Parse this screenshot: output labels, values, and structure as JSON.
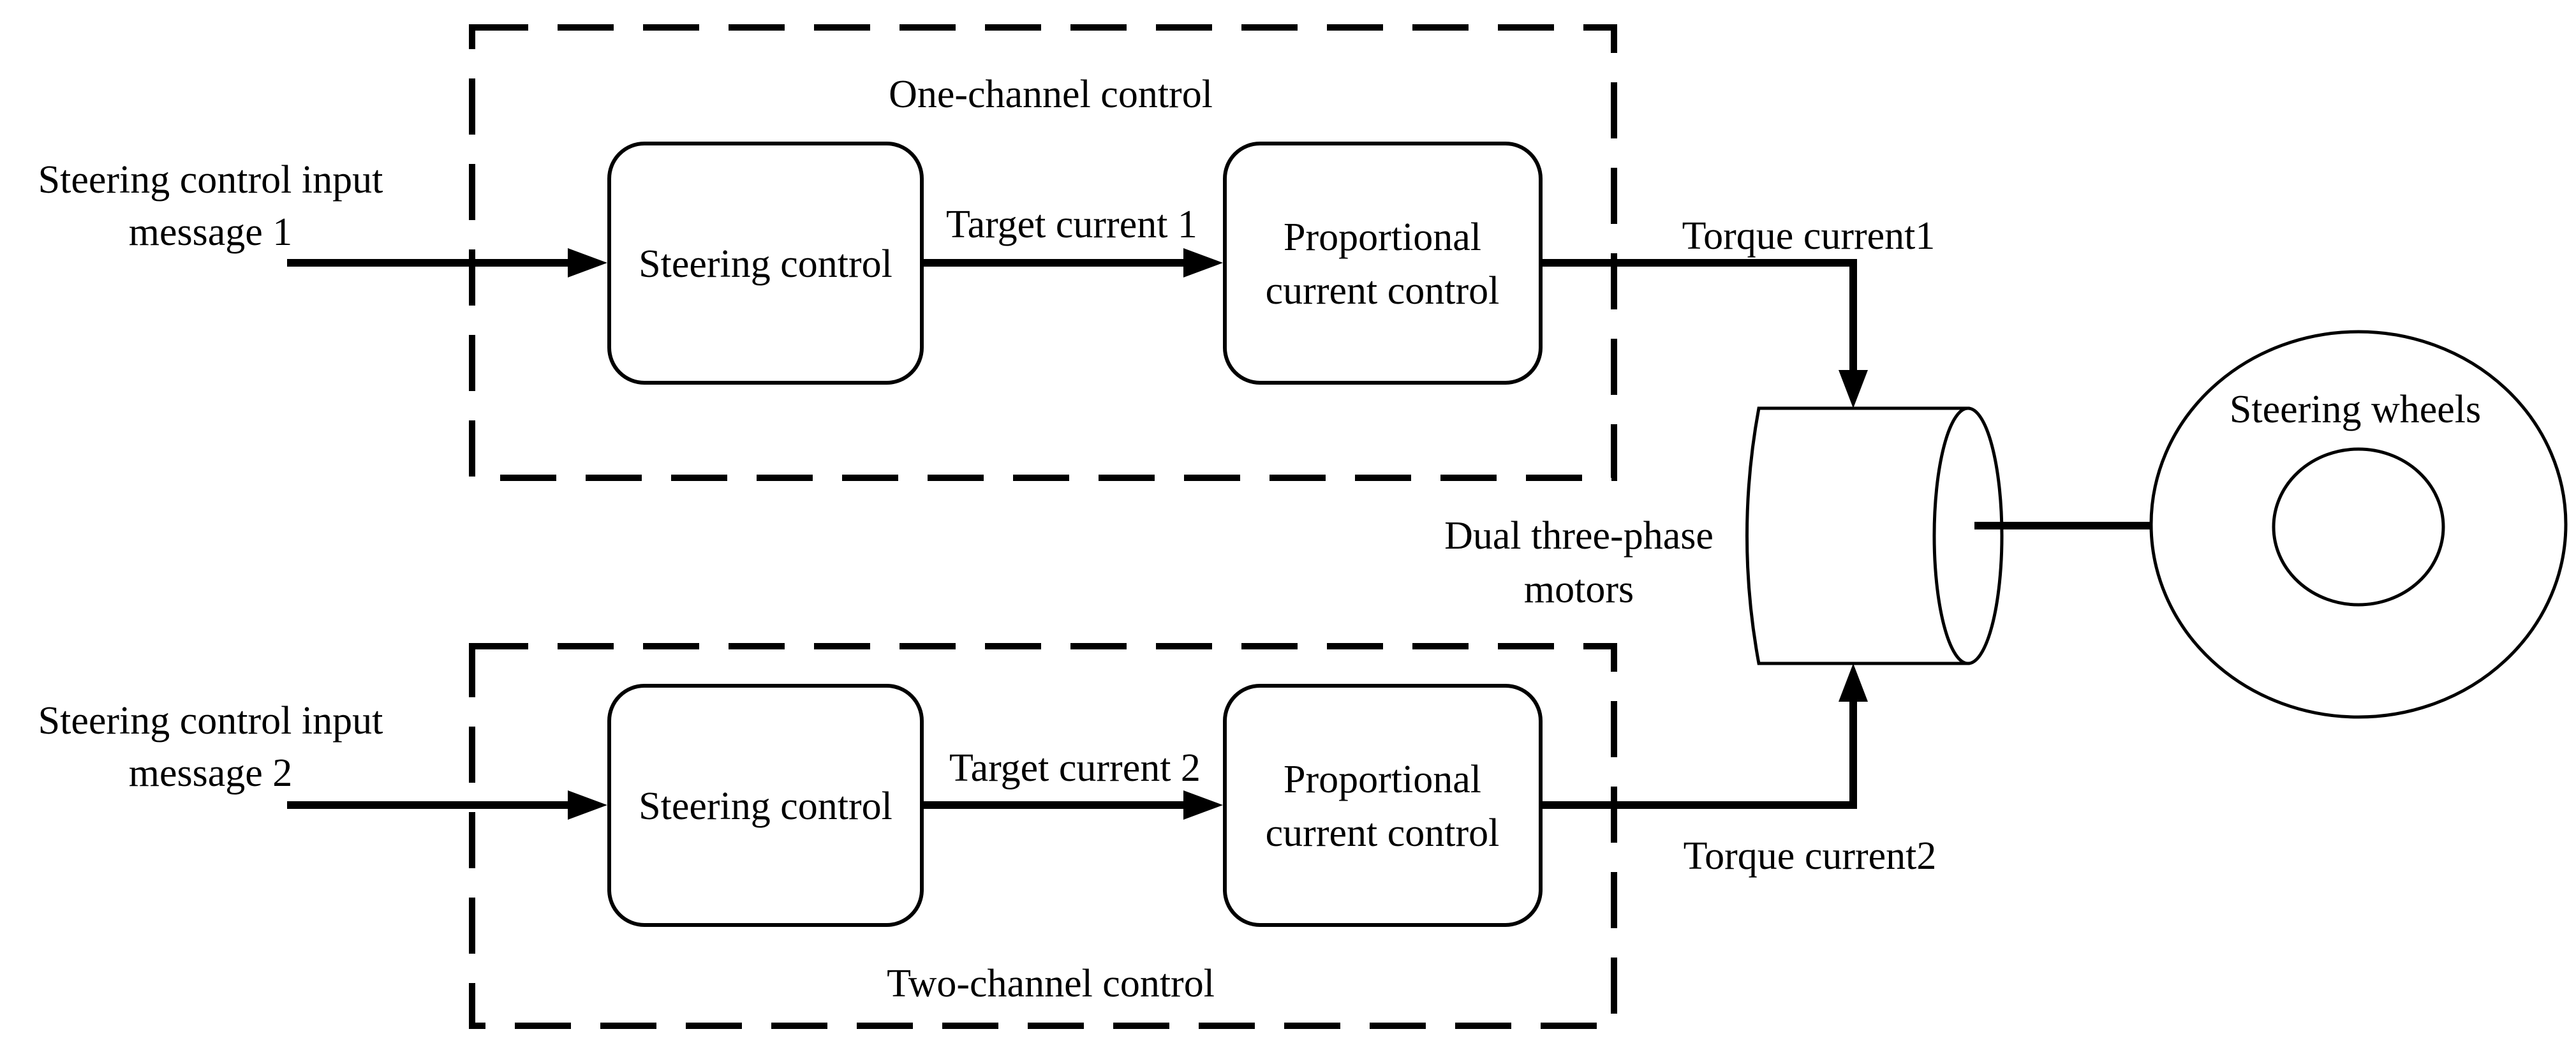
{
  "colors": {
    "background": "#ffffff",
    "line": "#000000"
  },
  "channel1": {
    "group_label": "One-channel control",
    "input_label_line1": "Steering control input",
    "input_label_line2": "message 1",
    "steering_box_label": "Steering control",
    "target_current_label": "Target current 1",
    "proportional_box_line1": "Proportional",
    "proportional_box_line2": "current control",
    "torque_current_label": "Torque current1"
  },
  "channel2": {
    "group_label": "Two-channel control",
    "input_label_line1": "Steering control input",
    "input_label_line2": "message 2",
    "steering_box_label": "Steering control",
    "target_current_label": "Target current 2",
    "proportional_box_line1": "Proportional",
    "proportional_box_line2": "current control",
    "torque_current_label": "Torque current2"
  },
  "motor": {
    "label_line1": "Dual three-phase",
    "label_line2": "motors"
  },
  "wheel": {
    "label": "Steering wheels"
  }
}
